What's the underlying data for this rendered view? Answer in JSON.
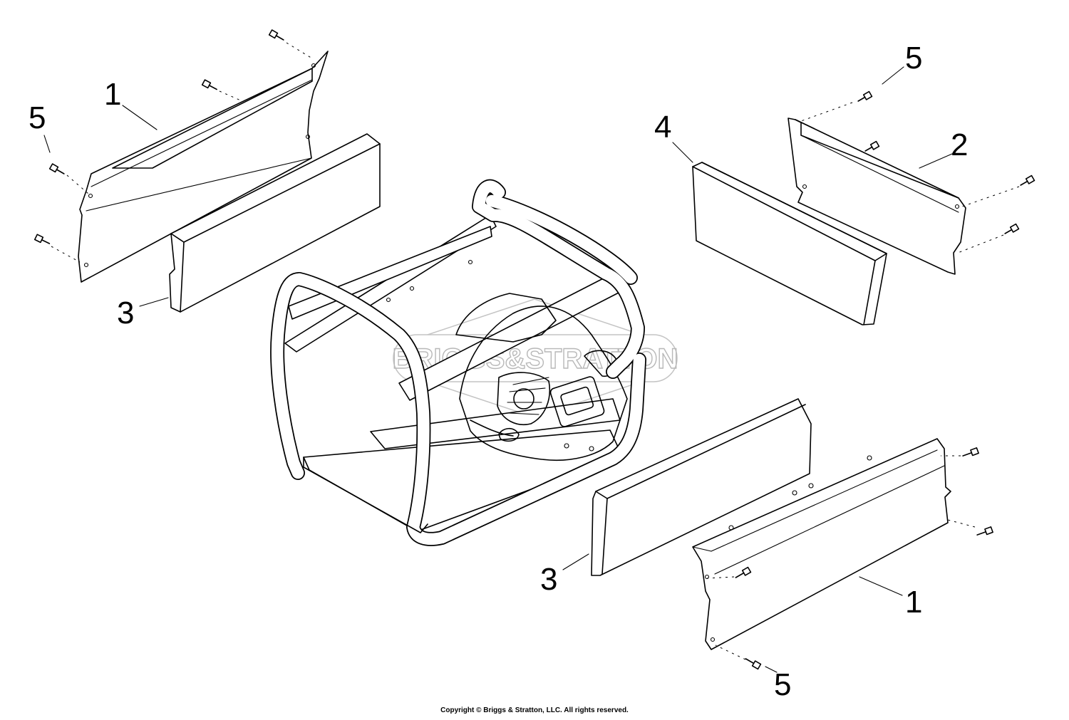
{
  "diagram": {
    "callouts": [
      {
        "id": "1",
        "label": "1"
      },
      {
        "id": "5",
        "label": "5"
      },
      {
        "id": "3",
        "label": "3"
      },
      {
        "id": "4",
        "label": "4"
      },
      {
        "id": "5",
        "label": "5"
      },
      {
        "id": "2",
        "label": "2"
      },
      {
        "id": "3",
        "label": "3"
      },
      {
        "id": "1",
        "label": "1"
      },
      {
        "id": "5",
        "label": "5"
      }
    ],
    "watermark": "BRIGGS&STRATTON",
    "copyright": "Copyright © Briggs & Stratton, LLC. All rights reserved."
  },
  "colors": {
    "line": "#000000",
    "background": "#ffffff",
    "watermark": "#b8b8b8"
  }
}
